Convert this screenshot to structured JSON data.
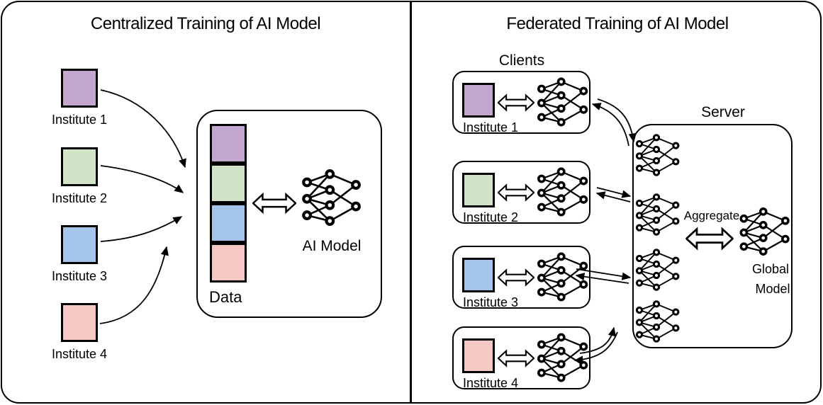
{
  "left_panel": {
    "title": "Centralized Training of AI Model",
    "data_label": "Data",
    "ai_model_label": "AI Model"
  },
  "right_panel": {
    "title": "Federated Training of AI Model",
    "clients_label": "Clients",
    "server_label": "Server",
    "aggregate_label": "Aggregate",
    "global_model_line1": "Global",
    "global_model_line2": "Model"
  },
  "institutes": [
    {
      "name": "Institute 1",
      "color": "#c2a8cf"
    },
    {
      "name": "Institute 2",
      "color": "#d2e4c8"
    },
    {
      "name": "Institute 3",
      "color": "#a4c4ea"
    },
    {
      "name": "Institute 4",
      "color": "#f4c9c5"
    }
  ],
  "colors": {
    "stroke": "#000000",
    "background": "#ffffff"
  },
  "icons": {
    "neural_network": "neural-network-icon",
    "double_arrow": "double-arrow-icon",
    "curved_arrow": "curved-arrow"
  }
}
